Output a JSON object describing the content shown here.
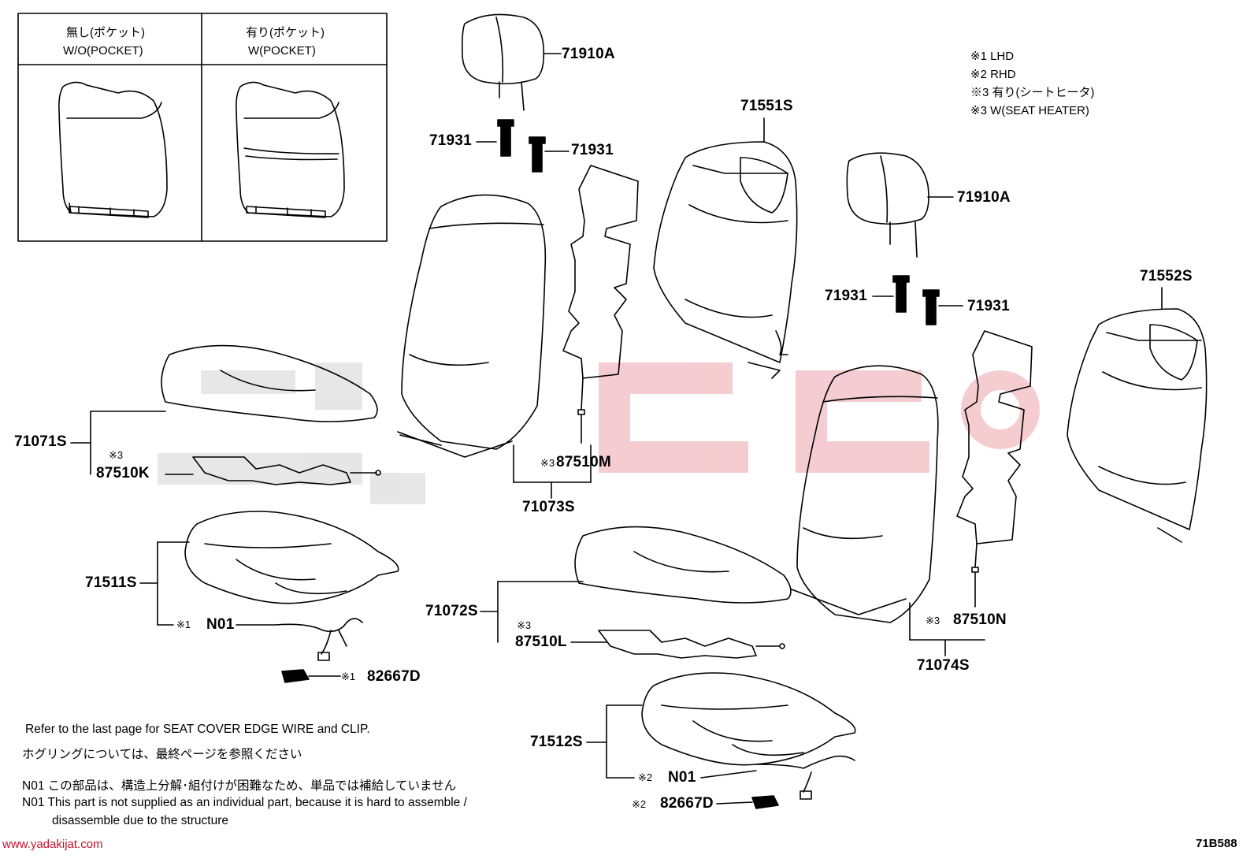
{
  "inset": {
    "left_jp": "無し(ポケット)",
    "left_en": "W/O(POCKET)",
    "right_jp": "有り(ポケット)",
    "right_en": "W(POCKET)"
  },
  "legend": [
    "※1 LHD",
    "※2 RHD",
    "※3 有り(シートヒータ)",
    "※3 W(SEAT HEATER)"
  ],
  "parts": {
    "p71910A_1": "71910A",
    "p71931_1": "71931",
    "p71931_2": "71931",
    "p71551S": "71551S",
    "p71910A_2": "71910A",
    "p71931_3": "71931",
    "p71931_4": "71931",
    "p71552S": "71552S",
    "p71071S": "71071S",
    "p87510K_mark": "※3",
    "p87510K": "87510K",
    "p87510M_mark": "※3",
    "p87510M": "87510M",
    "p71073S": "71073S",
    "p71511S": "71511S",
    "pN01_1_mark": "※1",
    "pN01_1": "N01",
    "p82667D_1_mark": "※1",
    "p82667D_1": "82667D",
    "p71072S": "71072S",
    "p87510L_mark": "※3",
    "p87510L": "87510L",
    "p87510N_mark": "※3",
    "p87510N": "87510N",
    "p71074S": "71074S",
    "p71512S": "71512S",
    "pN01_2_mark": "※2",
    "pN01_2": "N01",
    "p82667D_2_mark": "※2",
    "p82667D_2": "82667D"
  },
  "notes": {
    "line1": "Refer to the last page for SEAT COVER EDGE WIRE and CLIP.",
    "line2": "ホグリングについては、最終ページを参照ください",
    "line3": "N01 この部品は、構造上分解･組付けが困難なため、単品では補給していません",
    "line4": "N01 This part is not supplied as an individual part, because it is hard to assemble /",
    "line5": "disassemble due to the structure"
  },
  "footer": {
    "website": "www.yadakijat.com",
    "diagram_code": "71B588"
  },
  "colors": {
    "line": "#000000",
    "watermark": "#c8102e",
    "watermark_grey": "#d9d9d9"
  }
}
